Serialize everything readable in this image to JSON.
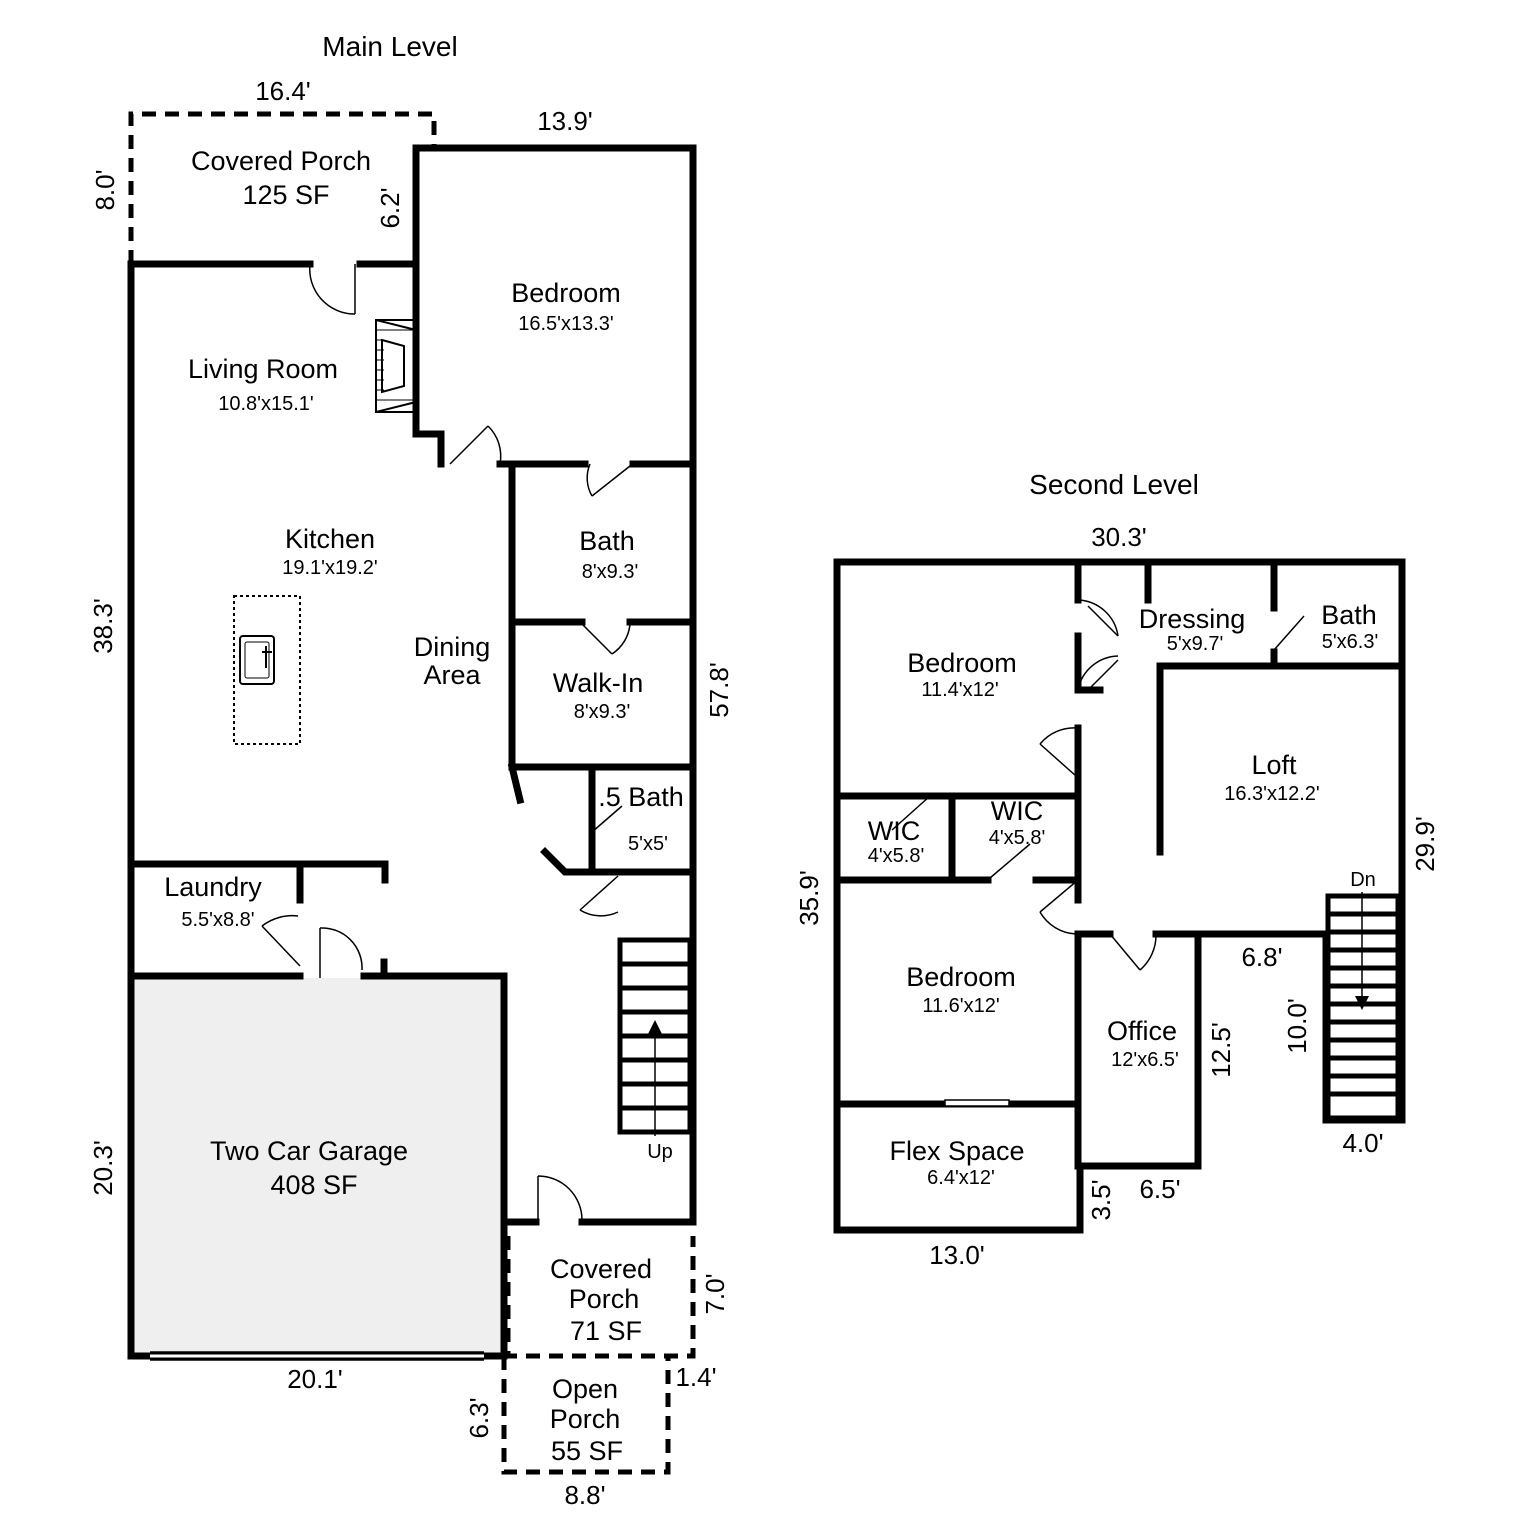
{
  "main_level": {
    "title": "Main Level",
    "rooms": {
      "covered_porch_top": {
        "name": "Covered Porch",
        "size": "125 SF"
      },
      "bedroom": {
        "name": "Bedroom",
        "size": "16.5'x13.3'"
      },
      "living_room": {
        "name": "Living Room",
        "size": "10.8'x15.1'"
      },
      "kitchen": {
        "name": "Kitchen",
        "size": "19.1'x19.2'"
      },
      "dining_area": {
        "name_line1": "Dining",
        "name_line2": "Area"
      },
      "bath": {
        "name": "Bath",
        "size": "8'x9.3'"
      },
      "walk_in": {
        "name": "Walk-In",
        "size": "8'x9.3'"
      },
      "half_bath": {
        "name": ".5 Bath",
        "size": "5'x5'"
      },
      "laundry": {
        "name": "Laundry",
        "size": "5.5'x8.8'"
      },
      "garage": {
        "name": "Two Car Garage",
        "size": "408 SF"
      },
      "covered_porch_bottom": {
        "name_line1": "Covered",
        "name_line2": "Porch",
        "size": "71 SF"
      },
      "open_porch": {
        "name_line1": "Open",
        "name_line2": "Porch",
        "size": "55 SF"
      }
    },
    "stairs_label": "Up",
    "dimensions": {
      "porch_width": "16.4'",
      "porch_depth": "8.0'",
      "porch_offset": "6.2'",
      "bedroom_width": "13.9'",
      "left_upper": "38.3'",
      "left_lower": "20.3'",
      "right_total": "57.8'",
      "garage_width": "20.1'",
      "front_porch_depth": "7.0'",
      "open_porch_left": "6.3'",
      "open_porch_offset": "1.4'",
      "open_porch_width": "8.8'"
    }
  },
  "second_level": {
    "title": "Second Level",
    "rooms": {
      "bedroom_1": {
        "name": "Bedroom",
        "size": "11.4'x12'"
      },
      "dressing": {
        "name": "Dressing",
        "size": "5'x9.7'"
      },
      "bath": {
        "name": "Bath",
        "size": "5'x6.3'"
      },
      "loft": {
        "name": "Loft",
        "size": "16.3'x12.2'"
      },
      "wic_1": {
        "name": "WIC",
        "size": "4'x5.8'"
      },
      "wic_2": {
        "name": "WIC",
        "size": "4'x5.8'"
      },
      "bedroom_2": {
        "name": "Bedroom",
        "size": "11.6'x12'"
      },
      "office": {
        "name": "Office",
        "size": "12'x6.5'"
      },
      "flex_space": {
        "name": "Flex Space",
        "size": "6.4'x12'"
      }
    },
    "stairs_label": "Dn",
    "dimensions": {
      "top_width": "30.3'",
      "left_height": "35.9'",
      "right_height": "29.9'",
      "step_width": "6.8'",
      "stair_length": "10.0'",
      "stair_width": "4.0'",
      "office_height": "12.5'",
      "office_width": "6.5'",
      "notch_height": "3.5'",
      "bottom_width": "13.0'"
    }
  },
  "colors": {
    "wall": "#000000",
    "garage_fill": "#efefef",
    "background": "#ffffff"
  }
}
